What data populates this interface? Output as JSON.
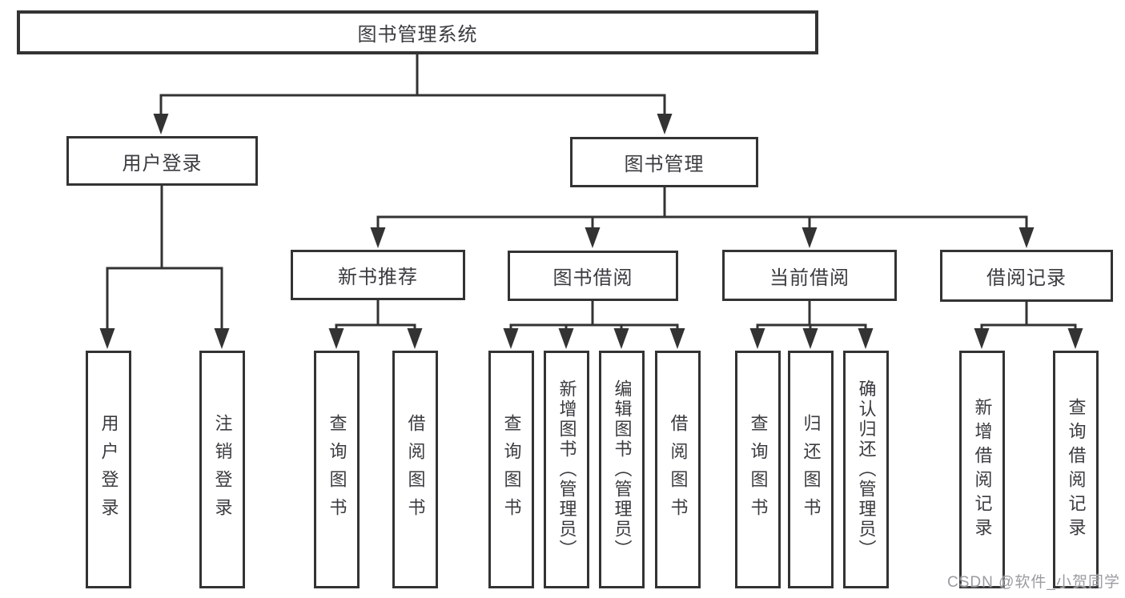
{
  "tree": {
    "label": "图书管理系统",
    "children": [
      {
        "label": "用户登录",
        "children": [
          {
            "label": "用户登录"
          },
          {
            "label": "注销登录"
          }
        ]
      },
      {
        "label": "图书管理",
        "children": [
          {
            "label": "新书推荐",
            "children": [
              {
                "label": "查询图书"
              },
              {
                "label": "借阅图书"
              }
            ]
          },
          {
            "label": "图书借阅",
            "children": [
              {
                "label": "查询图书"
              },
              {
                "label": "新增图书（管理员）"
              },
              {
                "label": "编辑图书（管理员）"
              },
              {
                "label": "借阅图书"
              }
            ]
          },
          {
            "label": "当前借阅",
            "children": [
              {
                "label": "查询图书"
              },
              {
                "label": "归还图书"
              },
              {
                "label": "确认归还（管理员）"
              }
            ]
          },
          {
            "label": "借阅记录",
            "children": [
              {
                "label": "新增借阅记录"
              },
              {
                "label": "查询借阅记录"
              }
            ]
          }
        ]
      }
    ]
  },
  "watermark": {
    "text": "CSDN @软件_小贺同学"
  },
  "colors": {
    "line": "#333333",
    "text": "#3b3b40",
    "watermark": "#9b9ba1",
    "background": "#ffffff"
  }
}
